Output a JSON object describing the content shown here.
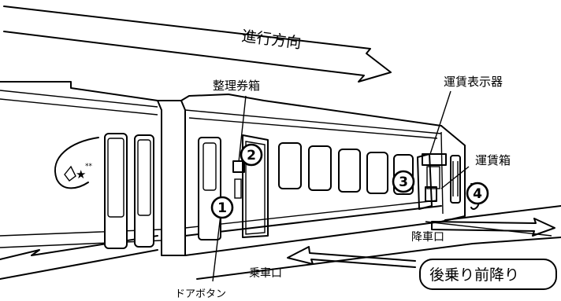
{
  "labels": {
    "direction": "進行方向",
    "ticket_box": "整理券箱",
    "fare_display": "運賃表示器",
    "fare_box": "運賃箱",
    "door_button": "ドアボタン",
    "exit": "降車口",
    "entrance": "乗車口",
    "boarding_rule": "後乗り前降り"
  },
  "badges": {
    "b1": "1",
    "b2": "2",
    "b3": "3",
    "b4": "4"
  }
}
